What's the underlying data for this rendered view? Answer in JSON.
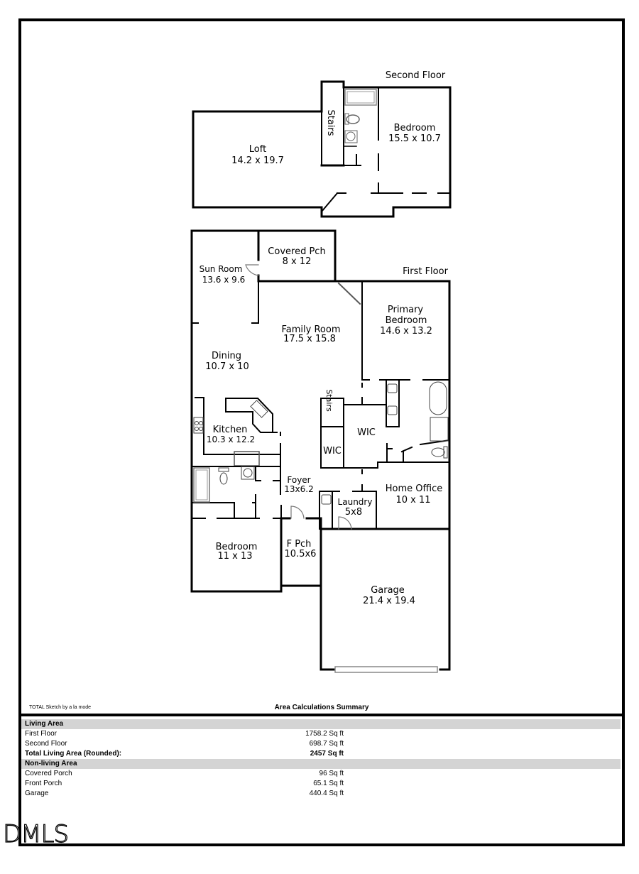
{
  "second_floor": {
    "label": "Second Floor",
    "rooms": [
      {
        "name": "Loft",
        "dims": "14.2 x 19.7"
      },
      {
        "name": "Bedroom",
        "dims": "15.5 x 10.7"
      },
      {
        "name": "Stairs",
        "dims": ""
      }
    ]
  },
  "first_floor": {
    "label": "First Floor",
    "rooms": [
      {
        "name": "Covered Pch",
        "dims": "8 x 12"
      },
      {
        "name": "Sun Room",
        "dims": "13.6 x 9.6"
      },
      {
        "name": "Family Room",
        "dims": "17.5 x 15.8"
      },
      {
        "name": "Primary",
        "name2": "Bedroom",
        "dims": "14.6 x 13.2"
      },
      {
        "name": "Dining",
        "dims": "10.7 x 10"
      },
      {
        "name": "Kitchen",
        "dims": "10.3 x 12.2"
      },
      {
        "name": "Stairs",
        "dims": ""
      },
      {
        "name": "WIC",
        "dims": ""
      },
      {
        "name": "WIC",
        "dims": ""
      },
      {
        "name": "Foyer",
        "dims": "13x6.2"
      },
      {
        "name": "Home Office",
        "dims": "10 x 11"
      },
      {
        "name": "Laundry",
        "dims": "5x8"
      },
      {
        "name": "Bedroom",
        "dims": "11 x 13"
      },
      {
        "name": "F Pch",
        "dims": "10.5x6"
      },
      {
        "name": "Garage",
        "dims": "21.4 x 19.4"
      }
    ]
  },
  "summary": {
    "credit": "TOTAL Sketch by a la mode",
    "title": "Area Calculations Summary",
    "rows": [
      {
        "label": "Living Area",
        "value": "",
        "type": "section"
      },
      {
        "label": "First Floor",
        "value": "1758.2 Sq ft",
        "type": "normal"
      },
      {
        "label": "Second Floor",
        "value": "698.7 Sq ft",
        "type": "normal"
      },
      {
        "label": "Total Living Area (Rounded):",
        "value": "2457 Sq ft",
        "type": "bold"
      },
      {
        "label": "Non-living Area",
        "value": "",
        "type": "section"
      },
      {
        "label": "Covered Porch",
        "value": "96 Sq ft",
        "type": "normal"
      },
      {
        "label": "Front Porch",
        "value": "65.1 Sq ft",
        "type": "normal"
      },
      {
        "label": "Garage",
        "value": "440.4 Sq ft",
        "type": "normal"
      }
    ]
  },
  "watermark": "DMLS"
}
